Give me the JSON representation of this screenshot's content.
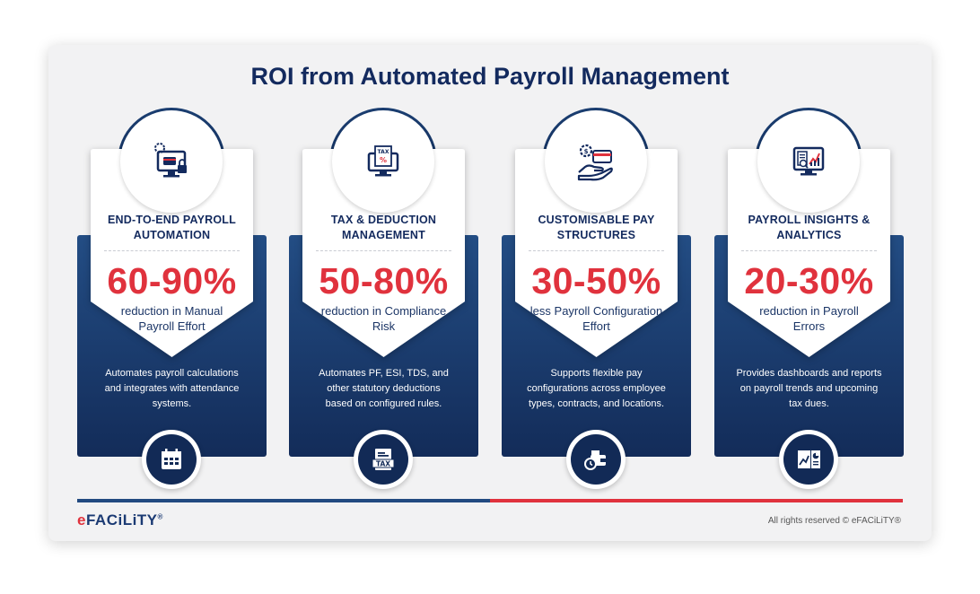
{
  "title": "ROI from Automated Payroll Management",
  "colors": {
    "navy": "#132a5e",
    "accent_red": "#e0323d",
    "dark_card": "#1c3f72"
  },
  "cards": [
    {
      "heading_line1": "END-TO-END PAYROLL",
      "heading_line2": "AUTOMATION",
      "stat": "60-90%",
      "sub_line1": "reduction in Manual",
      "sub_line2": "Payroll Effort",
      "desc_line1": "Automates payroll calculations",
      "desc_line2": "and integrates with attendance",
      "desc_line3": "systems.",
      "top_icon": "computer-gear-lock-icon",
      "bottom_icon": "calendar-icon"
    },
    {
      "heading_line1": "TAX & DEDUCTION",
      "heading_line2": "MANAGEMENT",
      "stat": "50-80%",
      "sub_line1": "reduction in Compliance",
      "sub_line2": "Risk",
      "desc_line1": "Automates PF, ESI, TDS, and",
      "desc_line2": "other statutory deductions",
      "desc_line3": "based on configured rules.",
      "top_icon": "tax-monitor-icon",
      "top_icon_text": "TAX",
      "bottom_icon": "tax-document-icon",
      "bottom_icon_text": "TAX"
    },
    {
      "heading_line1": "CUSTOMISABLE PAY",
      "heading_line2": "STRUCTURES",
      "stat": "30-50%",
      "sub_line1": "less Payroll Configuration",
      "sub_line2": "Effort",
      "desc_line1": "Supports flexible pay",
      "desc_line2": "configurations across employee",
      "desc_line3": "types, contracts, and locations.",
      "top_icon": "hand-card-gear-icon",
      "bottom_icon": "wallet-clock-icon"
    },
    {
      "heading_line1": "PAYROLL INSIGHTS &",
      "heading_line2": "ANALYTICS",
      "stat": "20-30%",
      "sub_line1": "reduction in Payroll",
      "sub_line2": "Errors",
      "desc_line1": "Provides dashboards and reports",
      "desc_line2": "on payroll trends and upcoming",
      "desc_line3": "tax dues.",
      "top_icon": "analytics-monitor-icon",
      "bottom_icon": "report-chart-icon"
    }
  ],
  "footer": {
    "logo_first": "e",
    "logo_rest": "FACiLiTY",
    "logo_mark": "®",
    "rights": "All rights reserved © eFACiLiTY®"
  }
}
